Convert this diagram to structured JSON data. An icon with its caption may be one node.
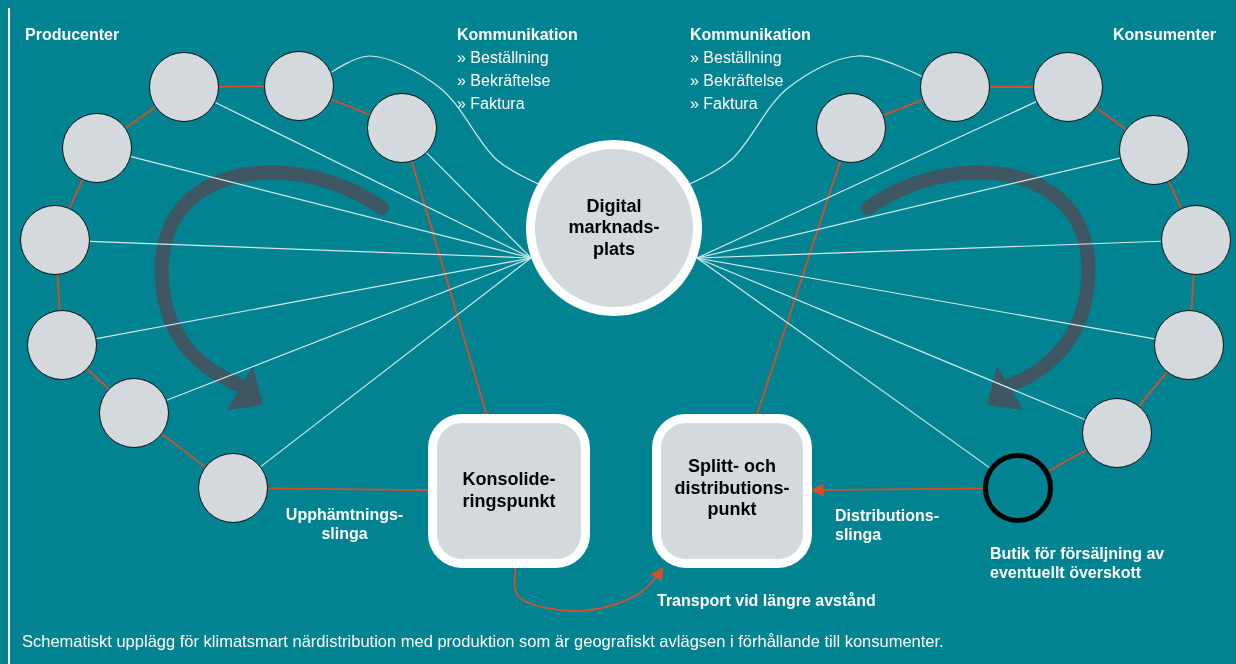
{
  "diagram": {
    "caption": "Schematiskt upplägg för klimatsmart närdistribution med produktion som är geografiskt avlägsen i förhållande till konsumenter.",
    "nodes": [
      {
        "text": [
          "Digital marknads- plats"
        ]
      },
      {
        "text": [
          "Konsolide- ringspunkt"
        ]
      },
      {
        "text": [
          "Splitt- och distributions- punkt"
        ]
      },
      {
        "text": [],
        "shape": "circle"
      },
      {
        "text": [],
        "shape": "circle"
      },
      {
        "text": [],
        "shape": "circle"
      },
      {
        "text": [],
        "shape": "circle"
      },
      {
        "text": [],
        "shape": "circle"
      },
      {
        "text": [],
        "shape": "circle"
      },
      {
        "text": [],
        "shape": "circle"
      },
      {
        "text": [],
        "shape": "circle"
      },
      {
        "text": [],
        "shape": "circle"
      },
      {
        "text": [],
        "shape": "circle"
      },
      {
        "text": [],
        "shape": "circle"
      },
      {
        "text": [],
        "shape": "circle"
      },
      {
        "text": [],
        "shape": "circle"
      },
      {
        "text": [],
        "shape": "circle"
      },
      {
        "text": [],
        "shape": "circle"
      },
      {
        "text": [],
        "shape": "circle",
        "beside": [
          "Butik för försäljning av eventuellt överskott"
        ]
      }
    ],
    "edges": [
      {
        "from": 3,
        "to": 4,
        "arrow": "none"
      },
      {
        "from": 4,
        "to": 5,
        "arrow": "none"
      },
      {
        "from": 5,
        "to": 6,
        "arrow": "none"
      },
      {
        "from": 6,
        "to": 7,
        "arrow": "none"
      },
      {
        "from": 7,
        "to": 8,
        "arrow": "none"
      },
      {
        "from": 8,
        "to": 9,
        "arrow": "none"
      },
      {
        "from": 9,
        "to": 10,
        "arrow": "none"
      },
      {
        "from": 10,
        "to": 1,
        "arrow": "none"
      },
      {
        "from": 3,
        "to": 1,
        "arrow": "none"
      },
      {
        "from": 11,
        "to": 12,
        "arrow": "none"
      },
      {
        "from": 12,
        "to": 13,
        "arrow": "none"
      },
      {
        "from": 13,
        "to": 14,
        "arrow": "none"
      },
      {
        "from": 14,
        "to": 15,
        "arrow": "none"
      },
      {
        "from": 15,
        "to": 16,
        "arrow": "none"
      },
      {
        "from": 16,
        "to": 17,
        "arrow": "none"
      },
      {
        "from": 17,
        "to": 18,
        "arrow": "none"
      },
      {
        "from": 11,
        "to": 2,
        "arrow": "none"
      },
      {
        "from": 18,
        "to": 2,
        "arrow": "to"
      },
      {
        "from": 1,
        "to": 2,
        "arrow": "to"
      },
      {
        "from": 3,
        "to": 0,
        "arrow": "none",
        "color": "#d4e9ee"
      },
      {
        "from": 4,
        "to": 0,
        "arrow": "none",
        "color": "#d4e9ee"
      },
      {
        "from": 5,
        "to": 0,
        "arrow": "none",
        "color": "#d4e9ee"
      },
      {
        "from": 6,
        "to": 0,
        "arrow": "none",
        "color": "#d4e9ee"
      },
      {
        "from": 7,
        "to": 0,
        "arrow": "none",
        "color": "#d4e9ee"
      },
      {
        "from": 8,
        "to": 0,
        "arrow": "none",
        "color": "#d4e9ee"
      },
      {
        "from": 9,
        "to": 0,
        "arrow": "none",
        "color": "#d4e9ee"
      },
      {
        "from": 10,
        "to": 0,
        "arrow": "none",
        "color": "#d4e9ee"
      },
      {
        "from": 12,
        "to": 0,
        "arrow": "none",
        "color": "#d4e9ee"
      },
      {
        "from": 13,
        "to": 0,
        "arrow": "none",
        "color": "#d4e9ee"
      },
      {
        "from": 14,
        "to": 0,
        "arrow": "none",
        "color": "#d4e9ee"
      },
      {
        "from": 15,
        "to": 0,
        "arrow": "none",
        "color": "#d4e9ee"
      },
      {
        "from": 16,
        "to": 0,
        "arrow": "none",
        "color": "#d4e9ee"
      },
      {
        "from": 17,
        "to": 0,
        "arrow": "none",
        "color": "#d4e9ee"
      },
      {
        "from": 18,
        "to": 0,
        "arrow": "none",
        "color": "#d4e9ee"
      }
    ],
    "labels": [
      "Producenter",
      "Kommunikation",
      "» Beställning",
      "» Bekräftelse",
      "» Faktura",
      "Kommunikation",
      "» Beställning",
      "» Bekräftelse",
      "» Faktura",
      "Konsumenter",
      "Upphämtnings- slinga",
      "Distributions- slinga",
      "Transport vid längre avstånd"
    ]
  }
}
